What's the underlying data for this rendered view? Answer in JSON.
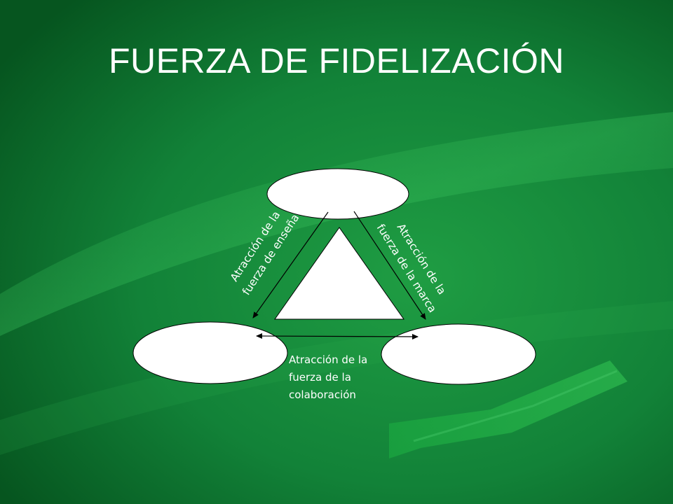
{
  "slide": {
    "title": "FUERZA DE FIDELIZACIÓN",
    "colors": {
      "background_dark": "#0a6a2a",
      "background_light": "#22a545",
      "shape_fill": "#ffffff",
      "outline": "#000000",
      "text": "#ffffff"
    }
  },
  "diagram": {
    "nodes": [
      {
        "id": "top",
        "label": ""
      },
      {
        "id": "bottom-left",
        "label": ""
      },
      {
        "id": "bottom-right",
        "label": ""
      }
    ],
    "edges": [
      {
        "from": "top",
        "to": "bottom-left",
        "lines": [
          "Atracción de la",
          "fuerza de enseña"
        ]
      },
      {
        "from": "top",
        "to": "bottom-right",
        "lines": [
          "Atracción de la",
          "fuerza de la marca"
        ]
      },
      {
        "from": "bottom-left",
        "to": "bottom-right",
        "lines": [
          "Atracción de la",
          "fuerza de la",
          "colaboración"
        ]
      }
    ]
  }
}
